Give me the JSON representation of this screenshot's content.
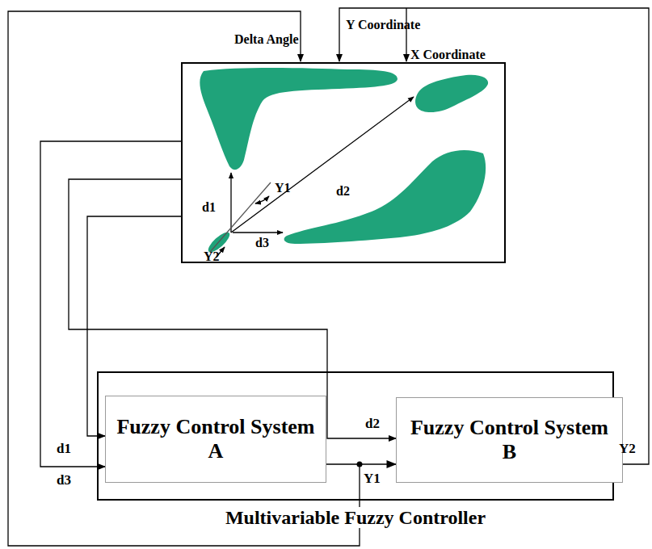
{
  "diagram": {
    "nodes": [
      {
        "text": [
          "Multivariable Fuzzy Controller"
        ]
      },
      {
        "text": [
          "Fuzzy Control System A"
        ],
        "in": 0
      },
      {
        "text": [
          "Fuzzy Control System B"
        ],
        "in": 0
      }
    ],
    "edges": [
      {
        "from": 1,
        "to": 2,
        "arrow": "to"
      }
    ],
    "labels": [
      "Delta Angle",
      "Y Coordinate",
      "X Coordinate",
      "d1",
      "Y1",
      "d2",
      "d3",
      "Y2",
      "d1",
      "d3",
      "d2",
      "Y1",
      "Y2"
    ]
  }
}
